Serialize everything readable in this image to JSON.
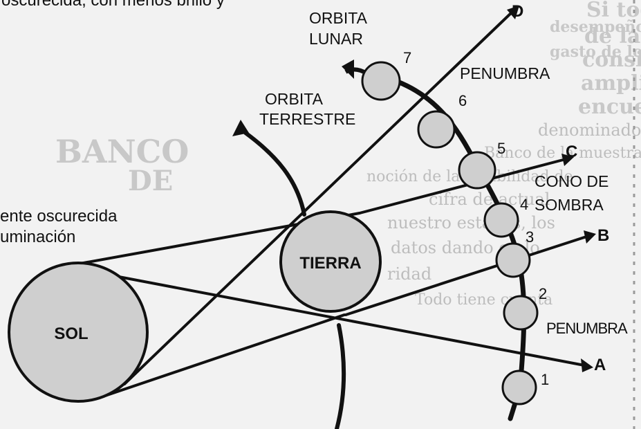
{
  "colors": {
    "paper": "#f2f2f2",
    "ink": "#111111",
    "body_fill": "#cfcfcf",
    "bleed_text": "#bdbdbd"
  },
  "top_caption": "oscurecida, con menos brillo y",
  "left_caption": {
    "line1": "ente oscurecida",
    "line2": "uminación"
  },
  "bodies": {
    "sun": "SOL",
    "earth": "TIERRA"
  },
  "orbits": {
    "lunar": {
      "line1": "ORBITA",
      "line2": "LUNAR"
    },
    "terrestrial": {
      "line1": "ORBITA",
      "line2": "TERRESTRE"
    }
  },
  "regions": {
    "penumbra_upper": "PENUMBRA",
    "umbra": {
      "line1": "CONO DE",
      "line2": "SOMBRA"
    },
    "penumbra_lower": "PENUMBRA"
  },
  "line_labels": [
    "A",
    "B",
    "C",
    "D"
  ],
  "moon_positions": [
    "1",
    "2",
    "3",
    "4",
    "5",
    "6",
    "7"
  ],
  "background_text": {
    "right_column": [
      "Si todo demás",
      "de la siguiente",
      "consideran de",
      "amplio instalado",
      "encuentra",
      "denominados primer",
      "Banco de la muestra",
      "noción de la posibilidad de",
      "cifra de actual",
      "nuestro estados, los",
      "datos dando en lo",
      "ridad",
      "Todo tiene cuenta"
    ],
    "top_right": [
      "desempeño",
      "gasto de lo"
    ],
    "left_column": [
      "BANCO",
      "DE"
    ]
  }
}
